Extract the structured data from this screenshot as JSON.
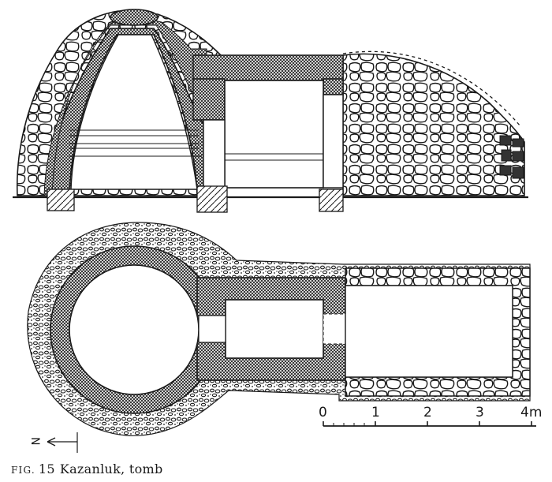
{
  "caption": {
    "fig_prefix": "FIG.",
    "number": "15",
    "text": "Kazanluk, tomb"
  },
  "scale_bar": {
    "labels": [
      "0",
      "1",
      "2",
      "3",
      "4m"
    ]
  },
  "north_arrow": {
    "letter": "N"
  },
  "views": [
    "section",
    "plan"
  ]
}
